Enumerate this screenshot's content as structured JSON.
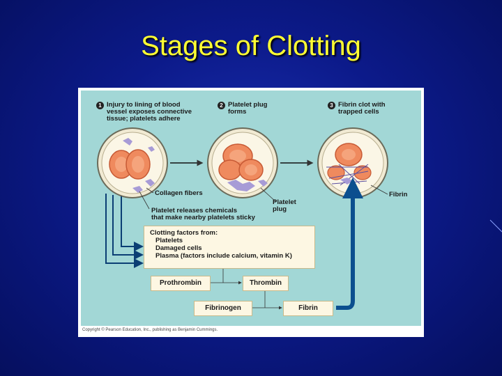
{
  "slide": {
    "title": "Stages of Clotting"
  },
  "figure": {
    "steps": [
      {
        "number": "1",
        "label": "Injury to lining of blood\nvessel exposes connective\ntissue; platelets adhere"
      },
      {
        "number": "2",
        "label": "Platelet plug\nforms"
      },
      {
        "number": "3",
        "label": "Fibrin clot with\ntrapped cells"
      }
    ],
    "labels": {
      "collagen": "Collagen fibers",
      "platelet_plug": "Platelet\nplug",
      "fibrin_side": "Fibrin",
      "platelet_releases": "Platelet releases chemicals\nthat make nearby platelets sticky"
    },
    "factors": {
      "heading": "Clotting factors from:",
      "items": [
        "Platelets",
        "Damaged cells",
        "Plasma (factors include calcium, vitamin K)"
      ]
    },
    "reactions": {
      "prothrombin": "Prothrombin",
      "thrombin": "Thrombin",
      "fibrinogen": "Fibrinogen",
      "fibrin": "Fibrin"
    },
    "copyright": "Copyright © Pearson Education, Inc., publishing as Benjamin Cummings."
  }
}
